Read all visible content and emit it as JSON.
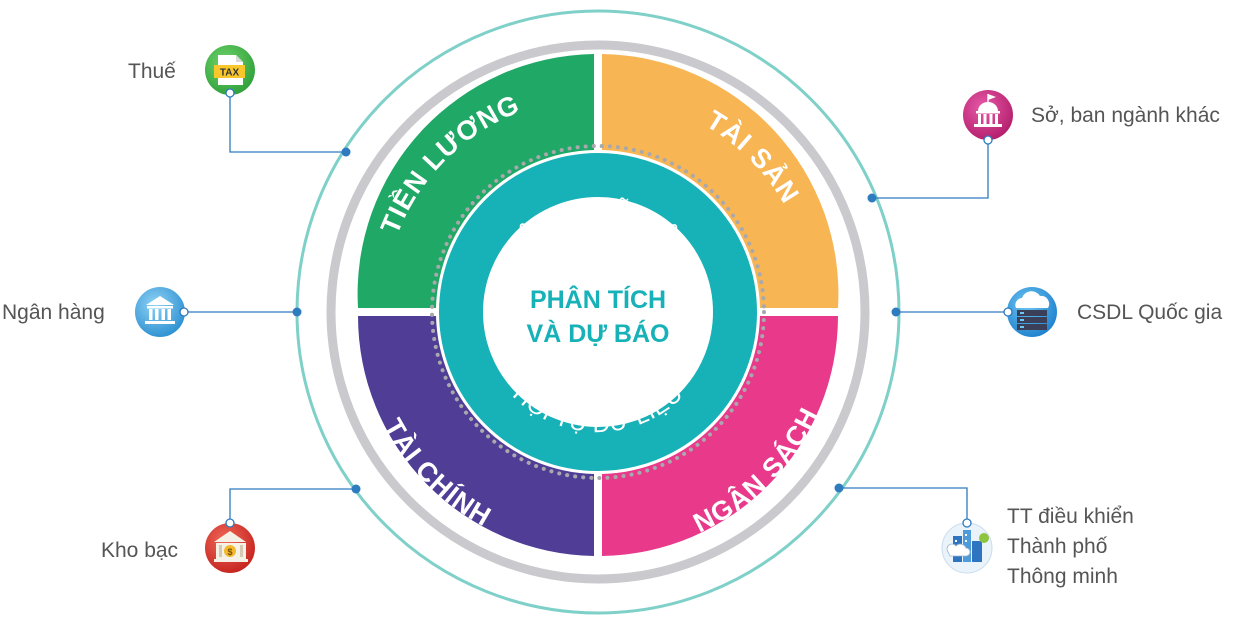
{
  "center": {
    "title_line1": "PHÂN TÍCH",
    "title_line2": "VÀ DỰ BÁO",
    "ring_text_top": "HỘI TỤ DỮ LIỆU",
    "ring_text_bottom": "HỘI TỤ DỮ LIỆU"
  },
  "segments": [
    {
      "key": "tien-luong",
      "label": "TIỀN LƯƠNG",
      "color": "#1fa866"
    },
    {
      "key": "tai-san",
      "label": "TÀI SẢN",
      "color": "#f8b553"
    },
    {
      "key": "ngan-sach",
      "label": "NGÂN SÁCH",
      "color": "#e8398b"
    },
    {
      "key": "tai-chinh",
      "label": "TÀI CHÍNH",
      "color": "#4f3d96"
    }
  ],
  "sources": {
    "thue": {
      "label": "Thuế",
      "icon": "tax-document-icon"
    },
    "ngan_hang": {
      "label": "Ngân hàng",
      "icon": "bank-building-icon"
    },
    "kho_bac": {
      "label": "Kho bạc",
      "icon": "treasury-money-icon"
    },
    "so_ban_nganh": {
      "label": "Sở, ban ngành khác",
      "icon": "government-building-icon"
    },
    "csdl": {
      "label": "CSDL Quốc gia",
      "icon": "cloud-database-icon"
    },
    "tt_dieu_khien": {
      "lines": [
        "TT điều khiển",
        "Thành phố",
        "Thông minh"
      ],
      "icon": "smart-city-icon"
    }
  },
  "colors": {
    "center_ring": "#17b1b8",
    "outer_ring": "#7fd0c9",
    "gray_ring": "#c9c9ce",
    "connector": "#2e7bbf",
    "text": "#555555"
  }
}
